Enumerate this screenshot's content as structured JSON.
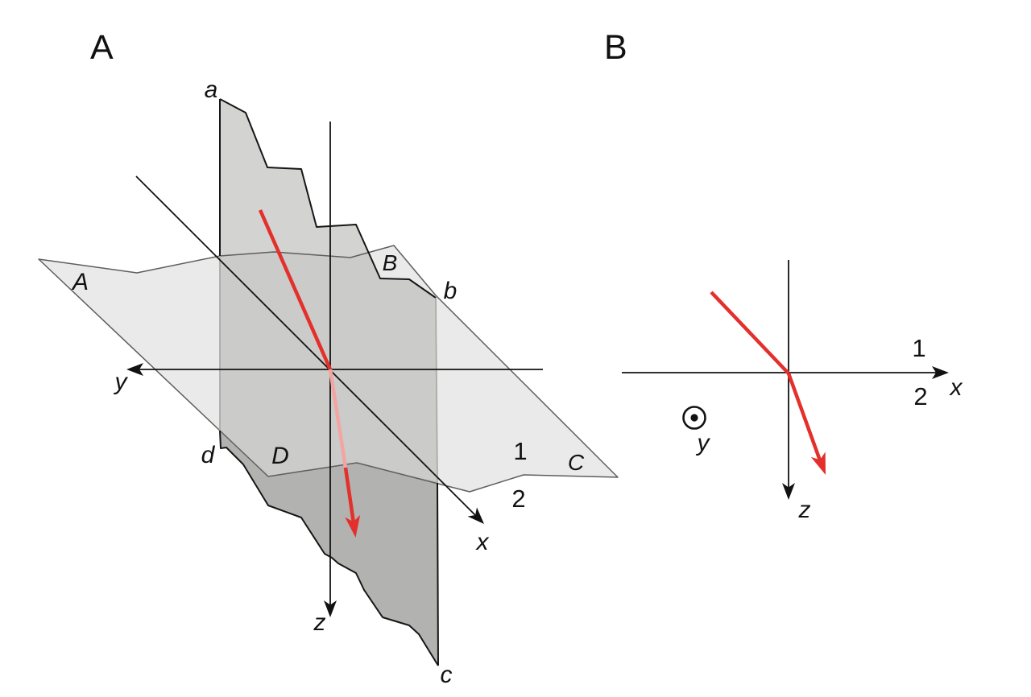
{
  "panel_a": {
    "label": "A",
    "corner_labels": {
      "top": "a",
      "right": "b",
      "bottom": "c",
      "left": "d"
    },
    "plane_labels": {
      "left": "A",
      "top_right": "B",
      "right": "C",
      "front": "D"
    },
    "medium_labels": {
      "m1": "1",
      "m2": "2"
    },
    "axis_labels": {
      "x": "x",
      "y": "y",
      "z": "z"
    }
  },
  "panel_b": {
    "label": "B",
    "medium_labels": {
      "m1": "1",
      "m2": "2"
    },
    "axis_labels": {
      "x": "x",
      "y": "y",
      "z": "z"
    }
  },
  "colors": {
    "ray_red": "#e3302c",
    "ray_hidden_pink": "#f2a5a3",
    "interface_fill": "rgba(187,187,185,0.30)",
    "interface_edge": "#5e5e5c",
    "vertical_plane_fill": "#d3d3d1",
    "vertical_plane_dark_fill": "#b2b2b0",
    "edge_black": "#161616",
    "edge_faint": "#a8a8a6",
    "axis_black": "#121212"
  }
}
